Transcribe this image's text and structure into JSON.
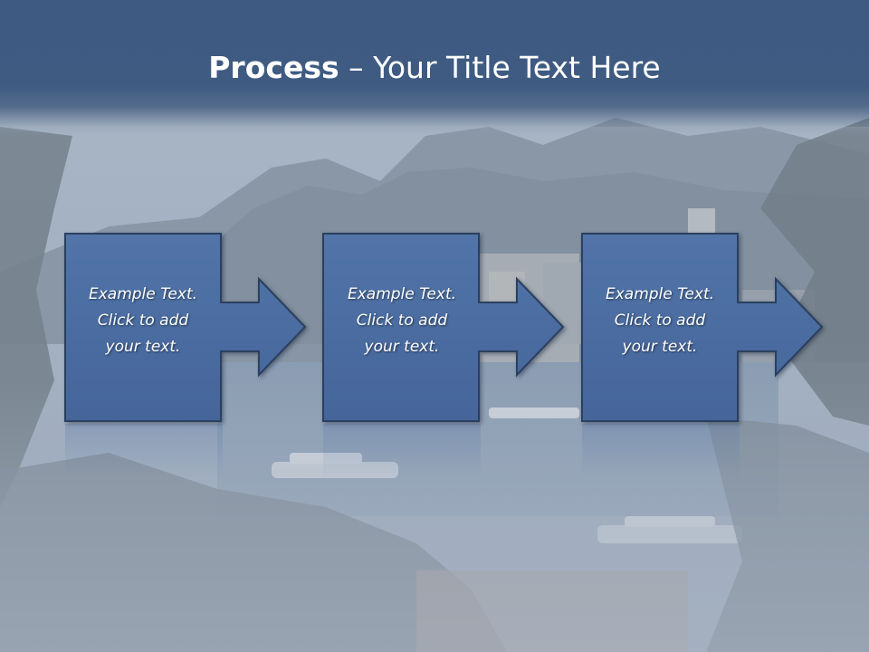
{
  "slide": {
    "title_bold": "Process",
    "title_rest": " – Your Title Text Here"
  },
  "steps": [
    {
      "line1": "Example Text.",
      "line2": "Click  to add",
      "line3": "your text."
    },
    {
      "line1": "Example Text.",
      "line2": "Click  to add",
      "line3": "your text."
    },
    {
      "line1": "Example Text.",
      "line2": "Click  to add",
      "line3": "your text."
    }
  ],
  "colors": {
    "header": "#3e5a82",
    "box_fill": "#4a6a9e",
    "box_border": "#2b3f5f",
    "text": "#ffffff"
  },
  "icons": [
    "arrow-right-icon"
  ]
}
